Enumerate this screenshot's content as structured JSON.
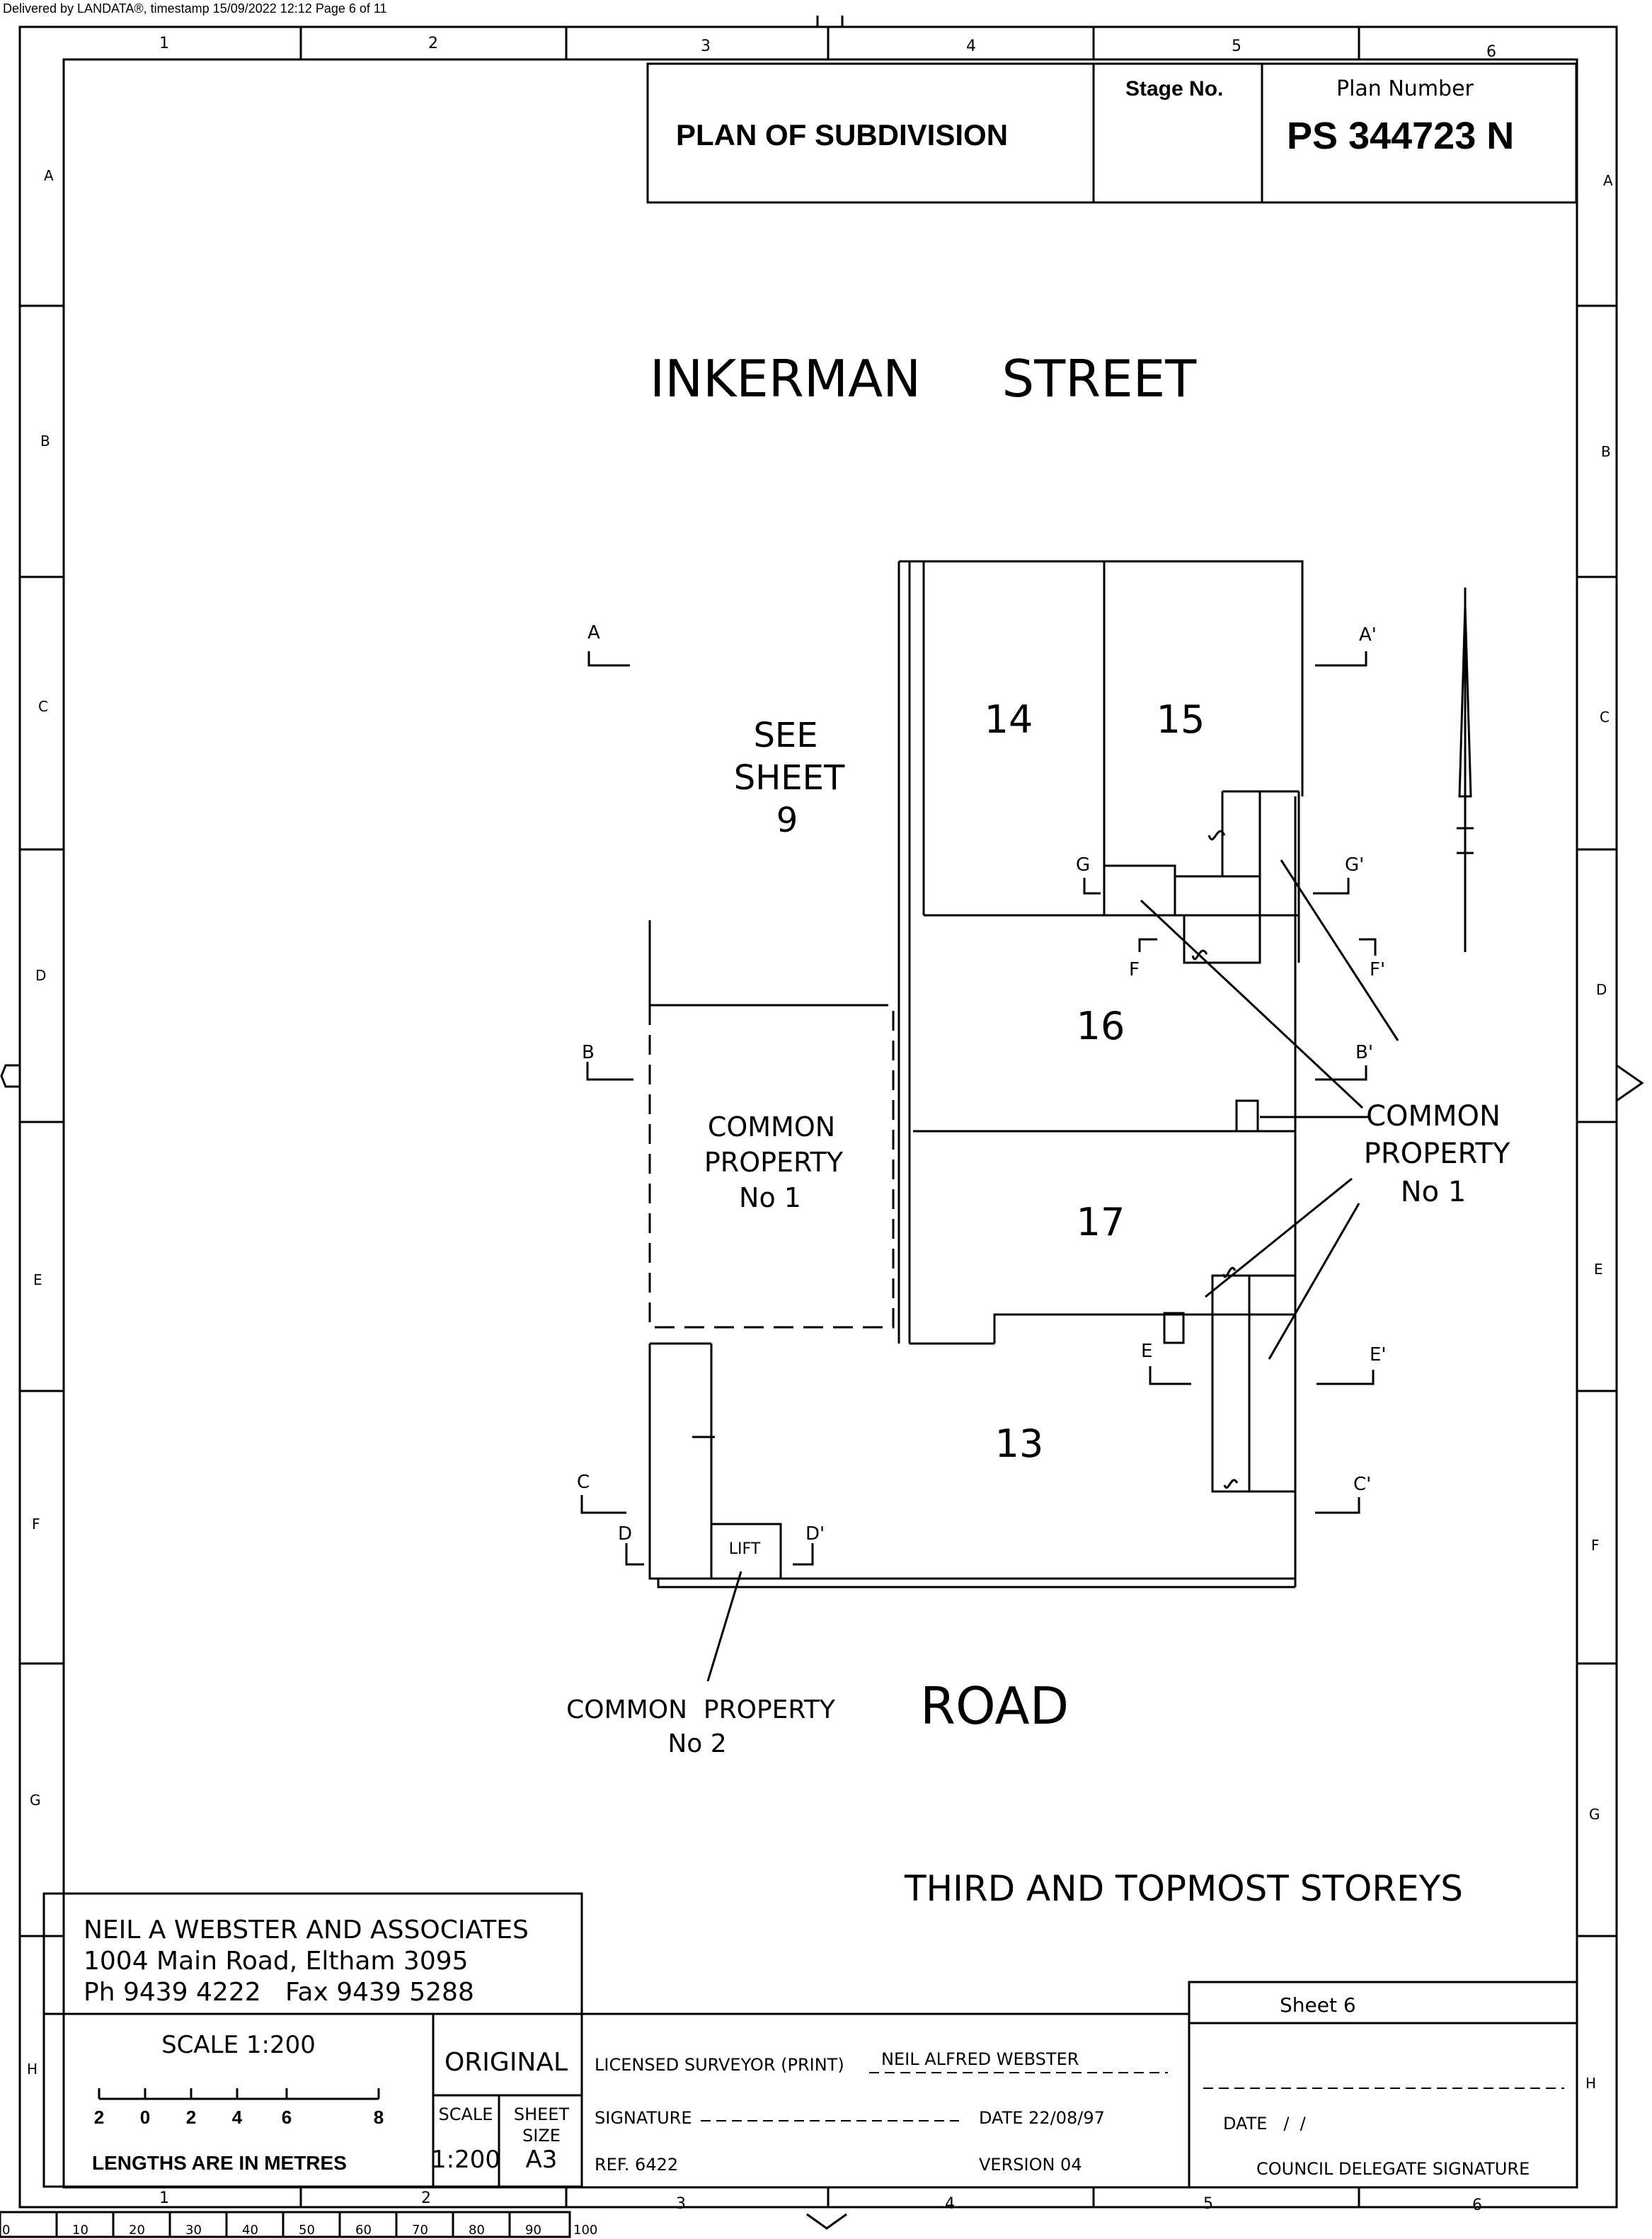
{
  "delivery_header": "Delivered by LANDATA®, timestamp 15/09/2022 12:12   Page 6 of 11",
  "title_block": {
    "title": "PLAN OF SUBDIVISION",
    "stage_label": "Stage No.",
    "plan_number_label": "Plan Number",
    "plan_number": "PS 344723 N"
  },
  "grid": {
    "columns": [
      "1",
      "2",
      "3",
      "4",
      "5",
      "6"
    ],
    "rows": [
      "A",
      "B",
      "C",
      "D",
      "E",
      "F",
      "G",
      "H"
    ]
  },
  "streets": {
    "top": "INKERMAN     STREET",
    "bottom": "ROAD"
  },
  "lots": {
    "see_sheet": [
      "SEE",
      "SHEET",
      "9"
    ],
    "lot14": "14",
    "lot15": "15",
    "lot16": "16",
    "lot17": "17",
    "lot13": "13",
    "lift": "LIFT"
  },
  "common_property_1_inner": [
    "COMMON",
    "PROPERTY",
    "No 1"
  ],
  "common_property_1_callout": [
    "COMMON",
    "PROPERTY",
    "No 1"
  ],
  "common_property_2": [
    "COMMON  PROPERTY",
    "No 2"
  ],
  "section_marks": {
    "A": "A",
    "A_prime": "A'",
    "B": "B",
    "B_prime": "B'",
    "C": "C",
    "C_prime": "C'",
    "D": "D",
    "D_prime": "D'",
    "E": "E",
    "E_prime": "E'",
    "F": "F",
    "F_prime": "F'",
    "G": "G",
    "G_prime": "G'"
  },
  "storey_caption": "THIRD AND TOPMOST STOREYS",
  "surveyor": {
    "firm": "NEIL A WEBSTER AND ASSOCIATES",
    "address": "1004 Main Road, Eltham 3095",
    "phone": "Ph 9439 4222   Fax 9439 5288"
  },
  "scale_box": {
    "scale": "SCALE 1:200",
    "bar_ticks": [
      "2",
      "0",
      "2",
      "4",
      "6",
      "8"
    ],
    "units_note": "LENGTHS ARE IN METRES",
    "original": "ORIGINAL",
    "scale_label": "SCALE",
    "scale_value": "1:200",
    "sheet_size_label": [
      "SHEET",
      "SIZE"
    ],
    "sheet_size_value": "A3"
  },
  "certification": {
    "surveyor_print_label": "LICENSED SURVEYOR (PRINT)",
    "surveyor_name": "NEIL ALFRED WEBSTER",
    "signature_label": "SIGNATURE",
    "date": "DATE 22/08/97",
    "ref": "REF. 6422",
    "version": "VERSION 04",
    "sheet": "Sheet 6",
    "council_date": "DATE   /  /",
    "council_signature": "COUNCIL DELEGATE SIGNATURE"
  },
  "ruler": [
    "0",
    "10",
    "20",
    "30",
    "40",
    "50",
    "60",
    "70",
    "80",
    "90",
    "100"
  ]
}
